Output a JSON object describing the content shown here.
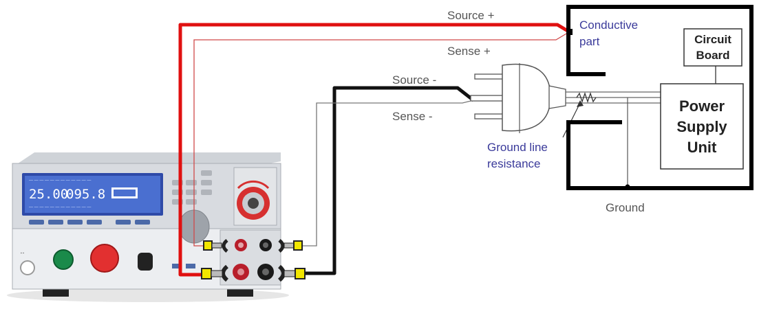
{
  "diagram": {
    "labels": {
      "source_plus": "Source +",
      "sense_plus": "Sense +",
      "source_minus": "Source -",
      "sense_minus": "Sense -",
      "conductive_part_line1": "Conductive",
      "conductive_part_line2": "part",
      "ground_line_resistance_line1": "Ground line",
      "ground_line_resistance_line2": "resistance",
      "ground": "Ground",
      "circuit_board_line1": "Circuit",
      "circuit_board_line2": "Board",
      "psu_line1": "Power",
      "psu_line2": "Supply",
      "psu_line3": "Unit"
    },
    "instrument": {
      "display_readings": [
        "25.00",
        "095.8"
      ]
    },
    "colors": {
      "source_wire_plus": "#e01010",
      "source_wire_minus": "#111111",
      "sense_wire": "#777777",
      "label_blue": "#3a3a9a",
      "label_gray": "#555555",
      "lcd_background": "#4a6fd0",
      "clip_yellow": "#f2e600"
    }
  }
}
